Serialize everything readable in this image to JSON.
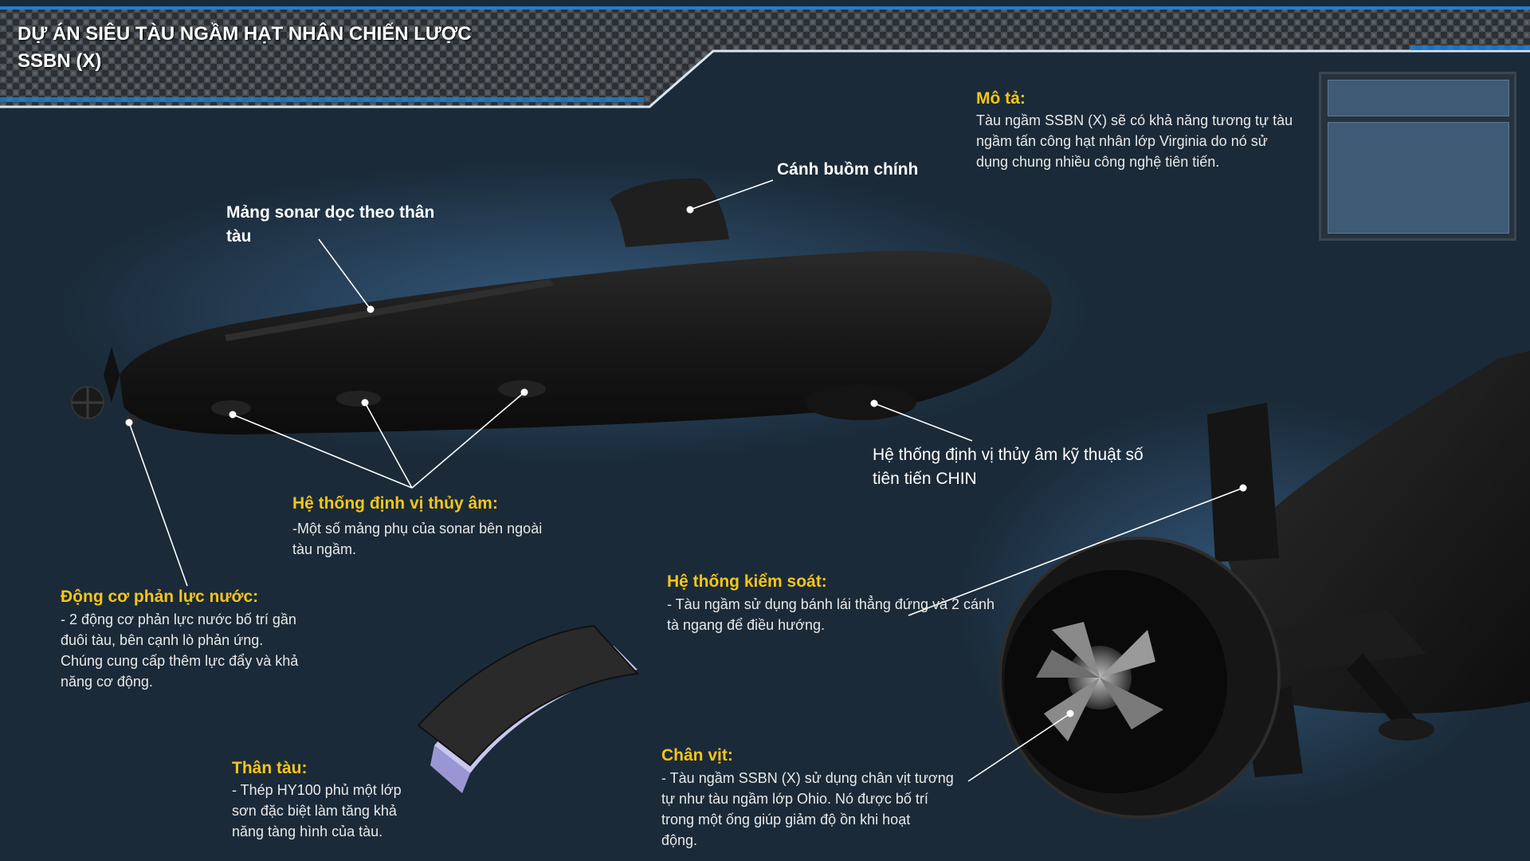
{
  "title": {
    "line1": "DỰ ÁN SIÊU TÀU NGẦM HẠT NHÂN CHIẾN LƯỢC",
    "line2": "SSBN (X)"
  },
  "description": {
    "heading": "Mô tả:",
    "lines": [
      "Tàu ngầm SSBN (X) sẽ có khả năng tương tự tàu",
      "ngầm tấn công hạt nhân lớp Virginia do nó sử",
      "dụng chung nhiều công nghệ tiên tiến."
    ]
  },
  "labels": {
    "sail": "Cánh buồm chính",
    "sonar_array_line1": "Mảng sonar dọc theo thân",
    "sonar_array_line2": "tàu",
    "chin_line1": "Hệ thống định vị thủy âm kỹ thuật số",
    "chin_line2": "tiên tiến CHIN"
  },
  "sonar": {
    "heading": "Hệ thống định vị thủy âm:",
    "lines": [
      "-Một số mảng phụ của sonar bên ngoài",
      "tàu ngầm."
    ]
  },
  "waterjet": {
    "heading": "Động cơ phản lực nước:",
    "lines": [
      "- 2 động cơ phản lực nước bố trí gần",
      "đuôi tàu, bên cạnh lò phản ứng.",
      "Chúng cung cấp thêm lực đẩy và khả",
      "năng cơ động."
    ]
  },
  "control": {
    "heading": "Hệ thống kiểm soát:",
    "lines": [
      "- Tàu ngầm sử dụng bánh lái thẳng  đứng và 2 cánh",
      "tà ngang để điều hướng."
    ]
  },
  "hull": {
    "heading": "Thân tàu:",
    "lines": [
      "- Thép HY100 phủ một lớp",
      "sơn đặc biệt làm tăng khả",
      "năng tàng hình của tàu."
    ]
  },
  "propeller": {
    "heading": "Chân vịt:",
    "lines": [
      "- Tàu ngầm SSBN (X) sử dụng chân vịt tương",
      "tự như tàu ngầm lớp Ohio. Nó được bố trí",
      "trong một ống giúp giảm độ ồn khi hoạt",
      "động."
    ]
  },
  "colors": {
    "background": "#1a2a38",
    "heading": "#f5c518",
    "accent_blue": "#1e7fd6"
  }
}
